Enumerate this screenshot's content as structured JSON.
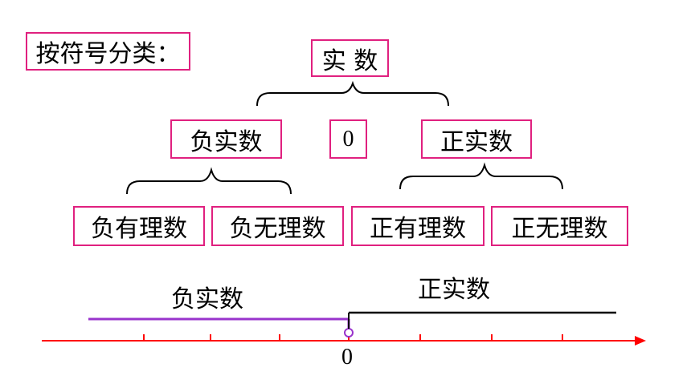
{
  "heading": "按符号分类：",
  "root": "实 数",
  "level1": {
    "left": "负实数",
    "middle": "0",
    "right": "正实数"
  },
  "level2": [
    "负有理数",
    "负无理数",
    "正有理数",
    "正无理数"
  ],
  "number_line": {
    "negative_label": "负实数",
    "positive_label": "正实数",
    "origin_label": "0"
  },
  "colors": {
    "box_border": "#e0207f",
    "axis": "#ff0000",
    "negative_ray": "#9933cc",
    "positive_ray": "#000000"
  }
}
